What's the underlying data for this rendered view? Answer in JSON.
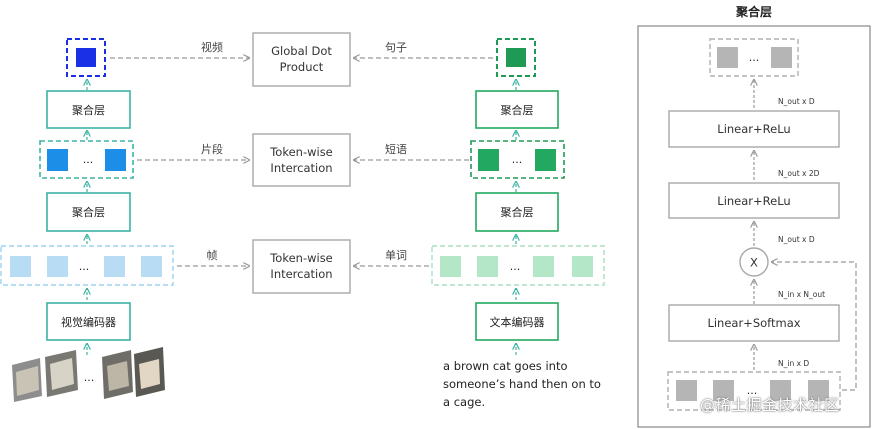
{
  "left_tower": {
    "video_label": "视频",
    "clip_label": "片段",
    "frame_label": "帧",
    "aggregation_top": "聚合层",
    "aggregation_mid": "聚合层",
    "encoder": "视觉编码器",
    "ellipsis": "...",
    "thumb_ellipsis": "..."
  },
  "center": {
    "global": [
      "Global Dot",
      "Product"
    ],
    "token_mid": [
      "Token-wise",
      "Intercation"
    ],
    "token_low": [
      "Token-wise",
      "Intercation"
    ]
  },
  "right_tower": {
    "sentence_label": "句子",
    "phrase_label": "短语",
    "word_label": "单词",
    "aggregation_top": "聚合层",
    "aggregation_mid": "聚合层",
    "encoder": "文本编码器",
    "ellipsis": "...",
    "caption_lines": [
      "a brown cat  goes into",
      "someone’s hand  then on to",
      "a cage."
    ]
  },
  "panel": {
    "title": "聚合层",
    "ellipsis_top": "...",
    "ellipsis_bottom": "...",
    "layer1": "Linear+ReLu",
    "layer2": "Linear+ReLu",
    "layer3": "Linear+Softmax",
    "multiply": "X",
    "dim_nout_d_top": "N_out x D",
    "dim_nout_2d": "N_out x 2D",
    "dim_nout_d_mid": "N_out x D",
    "dim_nin_nout": "N_in x N_out",
    "dim_nin_d": "N_in x D"
  },
  "watermark": "@稀土掘金技术社区",
  "colors": {
    "blue_dark": "#1a30e6",
    "blue": "#1c8ee8",
    "blue_light": "#b9dcf5",
    "green_dark": "#1f9a55",
    "green": "#22a861",
    "green_light": "#b4e7c8",
    "teal_stroke": "#3bb3a4",
    "gray_box": "#b5b5b5",
    "gray_stroke": "#a8a8a8"
  }
}
